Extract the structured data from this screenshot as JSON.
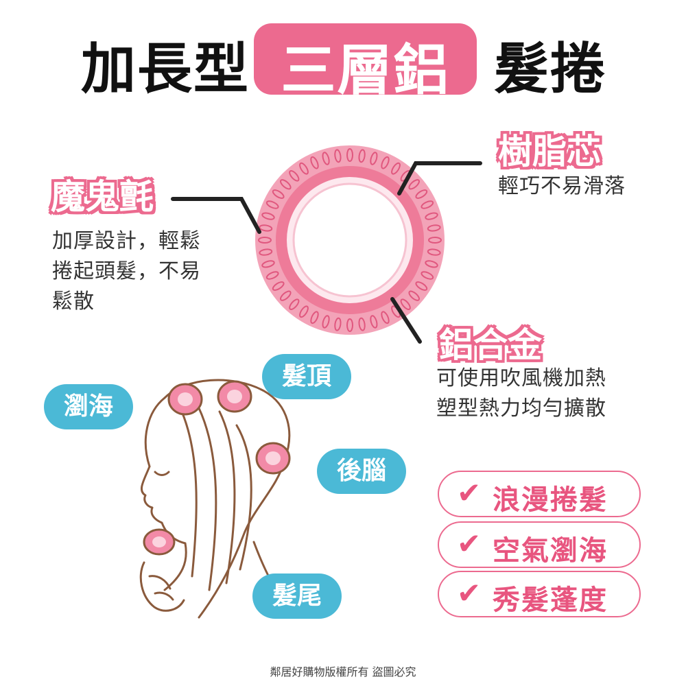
{
  "title": {
    "left": "加長型",
    "highlight": "三層鋁片",
    "right": "髮捲"
  },
  "features": {
    "mogui": {
      "label": "魔鬼氈",
      "desc": [
        "加厚設計，輕鬆",
        "捲起頭髮，不易",
        "鬆散"
      ]
    },
    "resin": {
      "label": "樹脂芯",
      "desc": [
        "輕巧不易滑落"
      ]
    },
    "alloy": {
      "label": "鋁合金",
      "desc": [
        "可使用吹風機加熱",
        "塑型熱力均勻擴散"
      ]
    }
  },
  "hair_parts": {
    "bangs": "瀏海",
    "top": "髮頂",
    "back": "後腦",
    "ends": "髮尾"
  },
  "benefits": [
    {
      "check": "✔",
      "text": "浪漫捲髮"
    },
    {
      "check": "✔",
      "text": "空氣瀏海"
    },
    {
      "check": "✔",
      "text": "秀髮蓬度"
    }
  ],
  "footer": "鄰居好購物版權所有 盜圖必究",
  "colors": {
    "pink": "#ec6a8f",
    "blue": "#4bb9d6",
    "ring": "#f08aa6"
  }
}
